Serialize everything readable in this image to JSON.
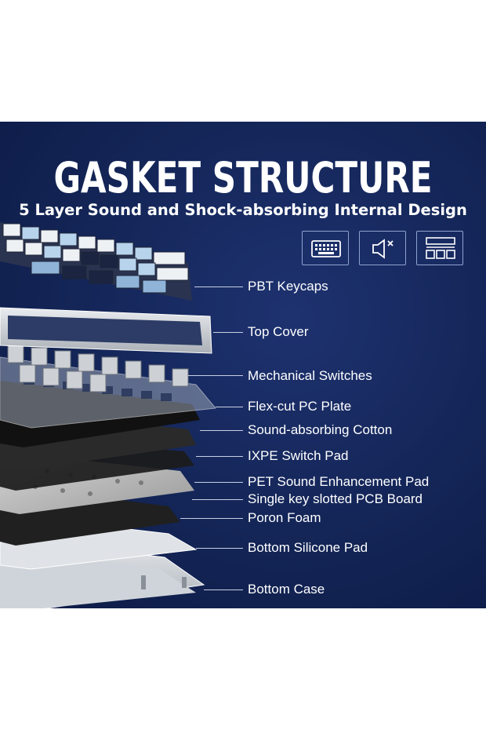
{
  "header": {
    "title": "GASKET STRUCTURE",
    "subtitle": "5 Layer Sound and Shock-absorbing Internal Design"
  },
  "feature_icons": [
    {
      "icon": "keyboard-icon"
    },
    {
      "icon": "speaker-mute-icon"
    },
    {
      "icon": "layers-structure-icon"
    }
  ],
  "layers": [
    {
      "label": "PBT Keycaps"
    },
    {
      "label": "Top Cover"
    },
    {
      "label": "Mechanical Switches"
    },
    {
      "label": "Flex-cut PC Plate"
    },
    {
      "label": "Sound-absorbing Cotton"
    },
    {
      "label": "IXPE Switch Pad"
    },
    {
      "label": "PET Sound Enhancement Pad"
    },
    {
      "label": "Single key slotted PCB Board"
    },
    {
      "label": "Poron Foam"
    },
    {
      "label": "Bottom Silicone Pad"
    },
    {
      "label": "Bottom Case"
    }
  ],
  "colors": {
    "background": "#15275a",
    "text": "#ffffff",
    "icon_border": "#8fa3cf"
  }
}
